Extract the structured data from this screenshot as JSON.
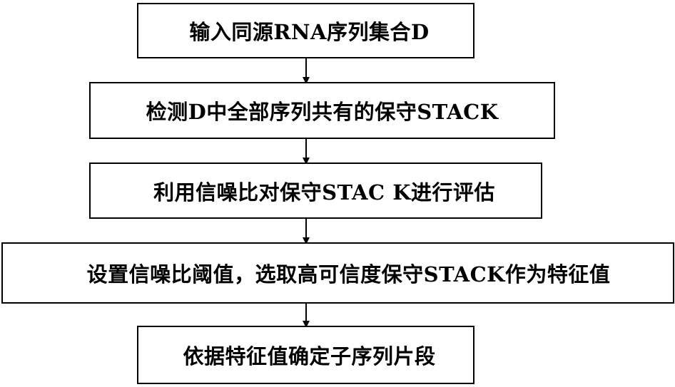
{
  "flowchart": {
    "steps": [
      {
        "id": "input-dataset",
        "label": "输入同源RNA序列集合D"
      },
      {
        "id": "detect-stack",
        "label": "检测D中全部序列共有的保守STACK"
      },
      {
        "id": "evaluate-snr",
        "label": "利用信噪比对保守STAC K进行评估"
      },
      {
        "id": "select-features",
        "label": "设置信噪比阈值，选取高可信度保守STACK作为特征值"
      },
      {
        "id": "determine-subsequence",
        "label": "依据特征值确定子序列片段"
      }
    ]
  },
  "colors": {
    "stroke": "#000000",
    "background": "#ffffff",
    "text": "#000000"
  }
}
